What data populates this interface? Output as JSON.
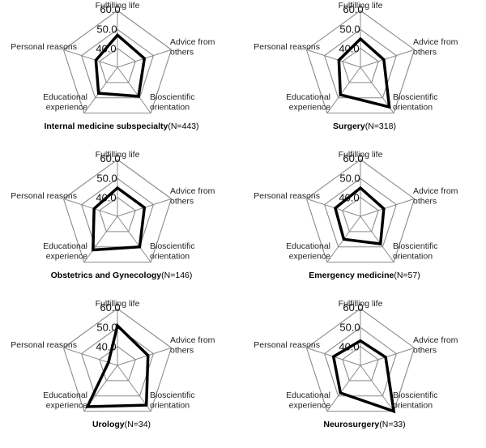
{
  "chart_data": [
    {
      "type": "radar",
      "title_bold": "Internal medicine subspecialty",
      "title_rest": "(N=443)",
      "axes": [
        "Fulfilling life",
        "Advice from others",
        "Bioscientific orientation",
        "Educational experience",
        "Personal reasons"
      ],
      "axis_label_lines": [
        [
          "Fulfilling life"
        ],
        [
          "Advice from",
          "others"
        ],
        [
          "Bioscientific",
          "orientation"
        ],
        [
          "Educational",
          "experience"
        ],
        [
          "Personal reasons"
        ]
      ],
      "ticks": [
        "40.0",
        "50.0",
        "60.0"
      ],
      "rlim": [
        30,
        60
      ],
      "values": [
        47,
        45,
        49,
        47,
        42
      ]
    },
    {
      "type": "radar",
      "title_bold": "Surgery",
      "title_rest": "(N=318)",
      "axes": [
        "Fulfilling life",
        "Advice from others",
        "Bioscientific orientation",
        "Educational experience",
        "Personal reasons"
      ],
      "axis_label_lines": [
        [
          "Fulfilling life"
        ],
        [
          "Advice from",
          "others"
        ],
        [
          "Bioscientific",
          "orientation"
        ],
        [
          "Educational",
          "experience"
        ],
        [
          "Personal reasons"
        ]
      ],
      "ticks": [
        "40.0",
        "50.0",
        "60.0"
      ],
      "rlim": [
        30,
        60
      ],
      "values": [
        45,
        43,
        56,
        48,
        42
      ]
    },
    {
      "type": "radar",
      "title_bold": "Obstetrics and Gynecology",
      "title_rest": "(N=146)",
      "axes": [
        "Fulfilling life",
        "Advice from others",
        "Bioscientific orientation",
        "Educational experience",
        "Personal reasons"
      ],
      "axis_label_lines": [
        [
          "Fulfilling life"
        ],
        [
          "Advice from",
          "others"
        ],
        [
          "Bioscientific",
          "orientation"
        ],
        [
          "Educational",
          "experience"
        ],
        [
          "Personal reasons"
        ]
      ],
      "ticks": [
        "40.0",
        "50.0",
        "60.0"
      ],
      "rlim": [
        30,
        60
      ],
      "values": [
        45,
        45,
        50,
        52,
        43
      ]
    },
    {
      "type": "radar",
      "title_bold": "Emergency medicine",
      "title_rest": "(N=57)",
      "axes": [
        "Fulfilling life",
        "Advice from others",
        "Bioscientific orientation",
        "Educational experience",
        "Personal reasons"
      ],
      "axis_label_lines": [
        [
          "Fulfilling life"
        ],
        [
          "Advice from",
          "others"
        ],
        [
          "Bioscientific",
          "orientation"
        ],
        [
          "Educational",
          "experience"
        ],
        [
          "Personal reasons"
        ]
      ],
      "ticks": [
        "40.0",
        "50.0",
        "60.0"
      ],
      "rlim": [
        30,
        60
      ],
      "values": [
        45,
        43,
        48,
        45,
        44
      ]
    },
    {
      "type": "radar",
      "title_bold": "Urology",
      "title_rest": "(N=34)",
      "axes": [
        "Fulfilling life",
        "Advice from others",
        "Bioscientific orientation",
        "Educational experience",
        "Personal reasons"
      ],
      "axis_label_lines": [
        [
          "Fulfilling life"
        ],
        [
          "Advice from",
          "others"
        ],
        [
          "Bioscientific",
          "orientation"
        ],
        [
          "Educational",
          "experience"
        ],
        [
          "Personal reasons"
        ]
      ],
      "ticks": [
        "40.0",
        "50.0",
        "60.0"
      ],
      "rlim": [
        30,
        60
      ],
      "values": [
        51,
        47,
        56,
        57,
        35
      ]
    },
    {
      "type": "radar",
      "title_bold": "Neurosurgery",
      "title_rest": "(N=33)",
      "axes": [
        "Fulfilling life",
        "Advice from others",
        "Bioscientific orientation",
        "Educational experience",
        "Personal reasons"
      ],
      "axis_label_lines": [
        [
          "Fulfilling life"
        ],
        [
          "Advice from",
          "others"
        ],
        [
          "Bioscientific",
          "orientation"
        ],
        [
          "Educational",
          "experience"
        ],
        [
          "Personal reasons"
        ]
      ],
      "ticks": [
        "40.0",
        "50.0",
        "60.0"
      ],
      "rlim": [
        30,
        60
      ],
      "values": [
        43,
        44,
        60,
        48,
        45
      ]
    }
  ],
  "colors": {
    "grid": "#8a8a8a",
    "series": "#000000",
    "text": "#222222"
  }
}
